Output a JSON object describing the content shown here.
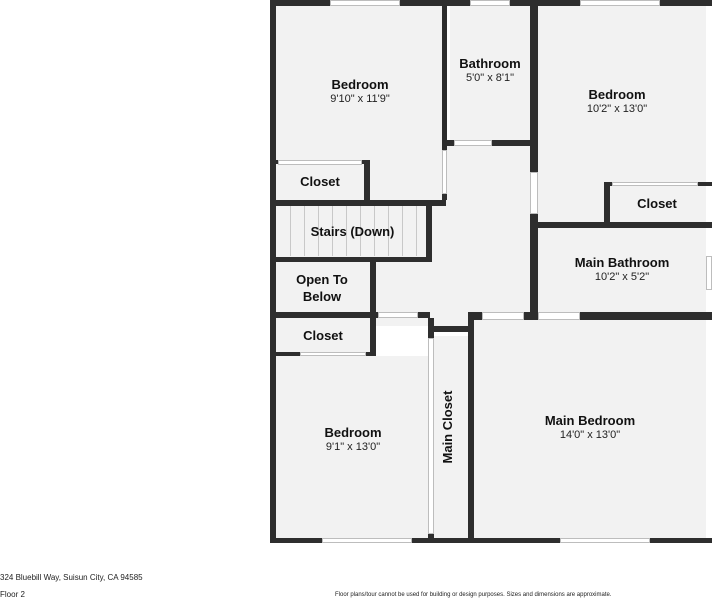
{
  "floor_plan": {
    "rooms": {
      "bedroom_top_left": {
        "name": "Bedroom",
        "dims": "9'10\" x 11'9\""
      },
      "bathroom_top": {
        "name": "Bathroom",
        "dims": "5'0\" x 8'1\""
      },
      "bedroom_top_right": {
        "name": "Bedroom",
        "dims": "10'2\" x 13'0\""
      },
      "closet_top_left": {
        "name": "Closet"
      },
      "closet_top_right": {
        "name": "Closet"
      },
      "stairs": {
        "name": "Stairs (Down)"
      },
      "main_bathroom": {
        "name": "Main Bathroom",
        "dims": "10'2\" x 5'2\""
      },
      "open_to_below": {
        "name": "Open To Below"
      },
      "closet_mid_left": {
        "name": "Closet"
      },
      "main_closet": {
        "name": "Main Closet"
      },
      "bedroom_bottom_left": {
        "name": "Bedroom",
        "dims": "9'1\" x 13'0\""
      },
      "main_bedroom": {
        "name": "Main Bedroom",
        "dims": "14'0\" x 13'0\""
      }
    }
  },
  "footer": {
    "address": "324 Bluebill Way, Suisun City, CA 94585",
    "floor": "Floor 2",
    "disclaimer": "Floor plans/tour cannot be used for building or design purposes. Sizes and dimensions are approximate."
  }
}
